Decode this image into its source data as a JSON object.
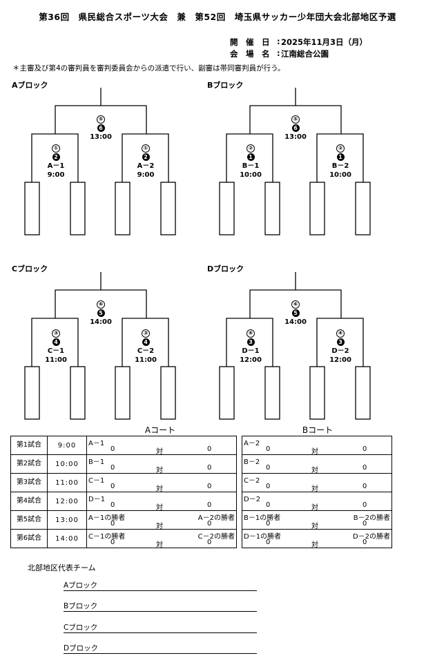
{
  "header": {
    "title": "第36回　県民総合スポーツ大会　兼　第52回　埼玉県サッカー少年団大会北部地区予選",
    "date_label": "開　催　日",
    "date_value": "2025年11月3日（月）",
    "venue_label": "会　場　名",
    "venue_value": "江南総合公園",
    "note": "＊主審及び第4の審判員を審判委員会からの派遣で行い、副審は帯同審判員が行う。"
  },
  "brackets": [
    {
      "label": "Aブロック",
      "final_white": "⑤",
      "final_black": "6",
      "final_time": "13:00",
      "left_white": "①",
      "left_black": "2",
      "left_code": "A－1",
      "left_time": "9:00",
      "right_white": "①",
      "right_black": "2",
      "right_code": "A－2",
      "right_time": "9:00"
    },
    {
      "label": "Bブロック",
      "final_white": "⑤",
      "final_black": "6",
      "final_time": "13:00",
      "left_white": "②",
      "left_black": "1",
      "left_code": "B－1",
      "left_time": "10:00",
      "right_white": "②",
      "right_black": "1",
      "right_code": "B－2",
      "right_time": "10:00"
    },
    {
      "label": "Cブロック",
      "final_white": "⑥",
      "final_black": "5",
      "final_time": "14:00",
      "left_white": "③",
      "left_black": "4",
      "left_code": "C－1",
      "left_time": "11:00",
      "right_white": "③",
      "right_black": "4",
      "right_code": "C－2",
      "right_time": "11:00"
    },
    {
      "label": "Dブロック",
      "final_white": "⑥",
      "final_black": "5",
      "final_time": "14:00",
      "left_white": "④",
      "left_black": "3",
      "left_code": "D－1",
      "left_time": "12:00",
      "right_white": "④",
      "right_black": "3",
      "right_code": "D－2",
      "right_time": "12:00"
    }
  ],
  "courts": {
    "a_title": "Aコート",
    "b_title": "Bコート"
  },
  "schedule": [
    {
      "label": "第1試合",
      "time": "9:00",
      "a_left": "A－1",
      "a_right": "",
      "b_left": "A－2",
      "b_right": "",
      "s1": "0",
      "vs": "対",
      "s2": "0"
    },
    {
      "label": "第2試合",
      "time": "10:00",
      "a_left": "B－1",
      "a_right": "",
      "b_left": "B－2",
      "b_right": "",
      "s1": "0",
      "vs": "対",
      "s2": "0"
    },
    {
      "label": "第3試合",
      "time": "11:00",
      "a_left": "C－1",
      "a_right": "",
      "b_left": "C－2",
      "b_right": "",
      "s1": "0",
      "vs": "対",
      "s2": "0"
    },
    {
      "label": "第4試合",
      "time": "12:00",
      "a_left": "D－1",
      "a_right": "",
      "b_left": "D－2",
      "b_right": "",
      "s1": "0",
      "vs": "対",
      "s2": "0"
    },
    {
      "label": "第5試合",
      "time": "13:00",
      "a_left": "A－1の勝者",
      "a_right": "A－2の勝者",
      "b_left": "B－1の勝者",
      "b_right": "B－2の勝者",
      "s1": "0",
      "vs": "対",
      "s2": "0"
    },
    {
      "label": "第6試合",
      "time": "14:00",
      "a_left": "C－1の勝者",
      "a_right": "C－2の勝者",
      "b_left": "D－1の勝者",
      "b_right": "D－2の勝者",
      "s1": "0",
      "vs": "対",
      "s2": "0"
    }
  ],
  "representatives": {
    "title": "北部地区代表チーム",
    "blocks": [
      "Aブロック",
      "Bブロック",
      "Cブロック",
      "Dブロック"
    ]
  }
}
